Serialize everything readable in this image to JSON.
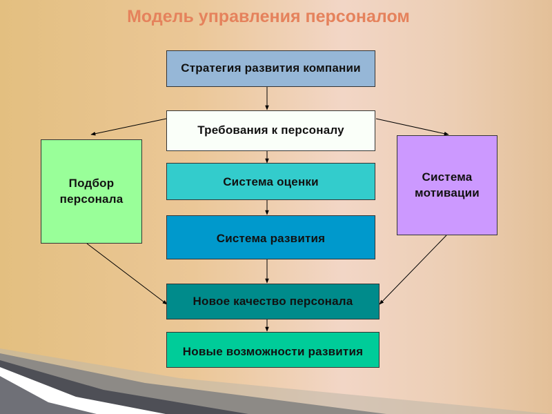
{
  "slide": {
    "title": "Модель управления персоналом",
    "boxes": {
      "strategy": "Стратегия развития компании",
      "requirements": "Требования к персоналу",
      "assessment": "Система оценки",
      "development": "Система развития",
      "new_quality": "Новое качество персонала",
      "new_opportunities": "Новые возможности развития",
      "selection_line1": "Подбор",
      "selection_line2": "персонала",
      "motivation_line1": "Система",
      "motivation_line2": "мотивации"
    },
    "colors": {
      "strategy": "#96b7d7",
      "requirements": "#fafff9",
      "assessment": "#33cccc",
      "development": "#0099cc",
      "new_quality": "#008b8b",
      "new_opportunities": "#00cc99",
      "selection": "#99ff99",
      "motivation": "#cc99ff",
      "title": "#e5825c"
    }
  }
}
